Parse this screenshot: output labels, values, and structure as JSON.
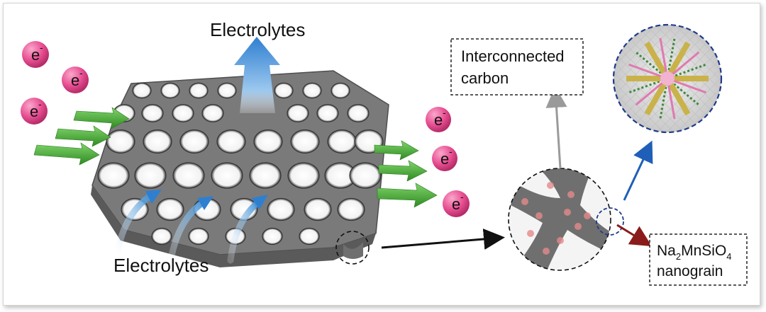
{
  "labels": {
    "electrolytes_top": "Electrolytes",
    "electrolytes_bottom": "Electrolytes",
    "interconnected_line1": "Interconnected",
    "interconnected_line2": "carbon",
    "formula_na": "Na",
    "formula_sub2": "2",
    "formula_mnsio": "MnSiO",
    "formula_sub4": "4",
    "nanograin": "nanograin"
  },
  "electron": {
    "symbol": "e",
    "charge": "-"
  },
  "colors": {
    "electron_fill": "#e84f92",
    "green_arrow": "#3a9a2a",
    "blue_arrow": "#3b8fd6",
    "zoom_circle_border": "#1f3a8a",
    "red_arrow": "#8b1a1a",
    "carbon_gray": "#6f6f6f"
  }
}
